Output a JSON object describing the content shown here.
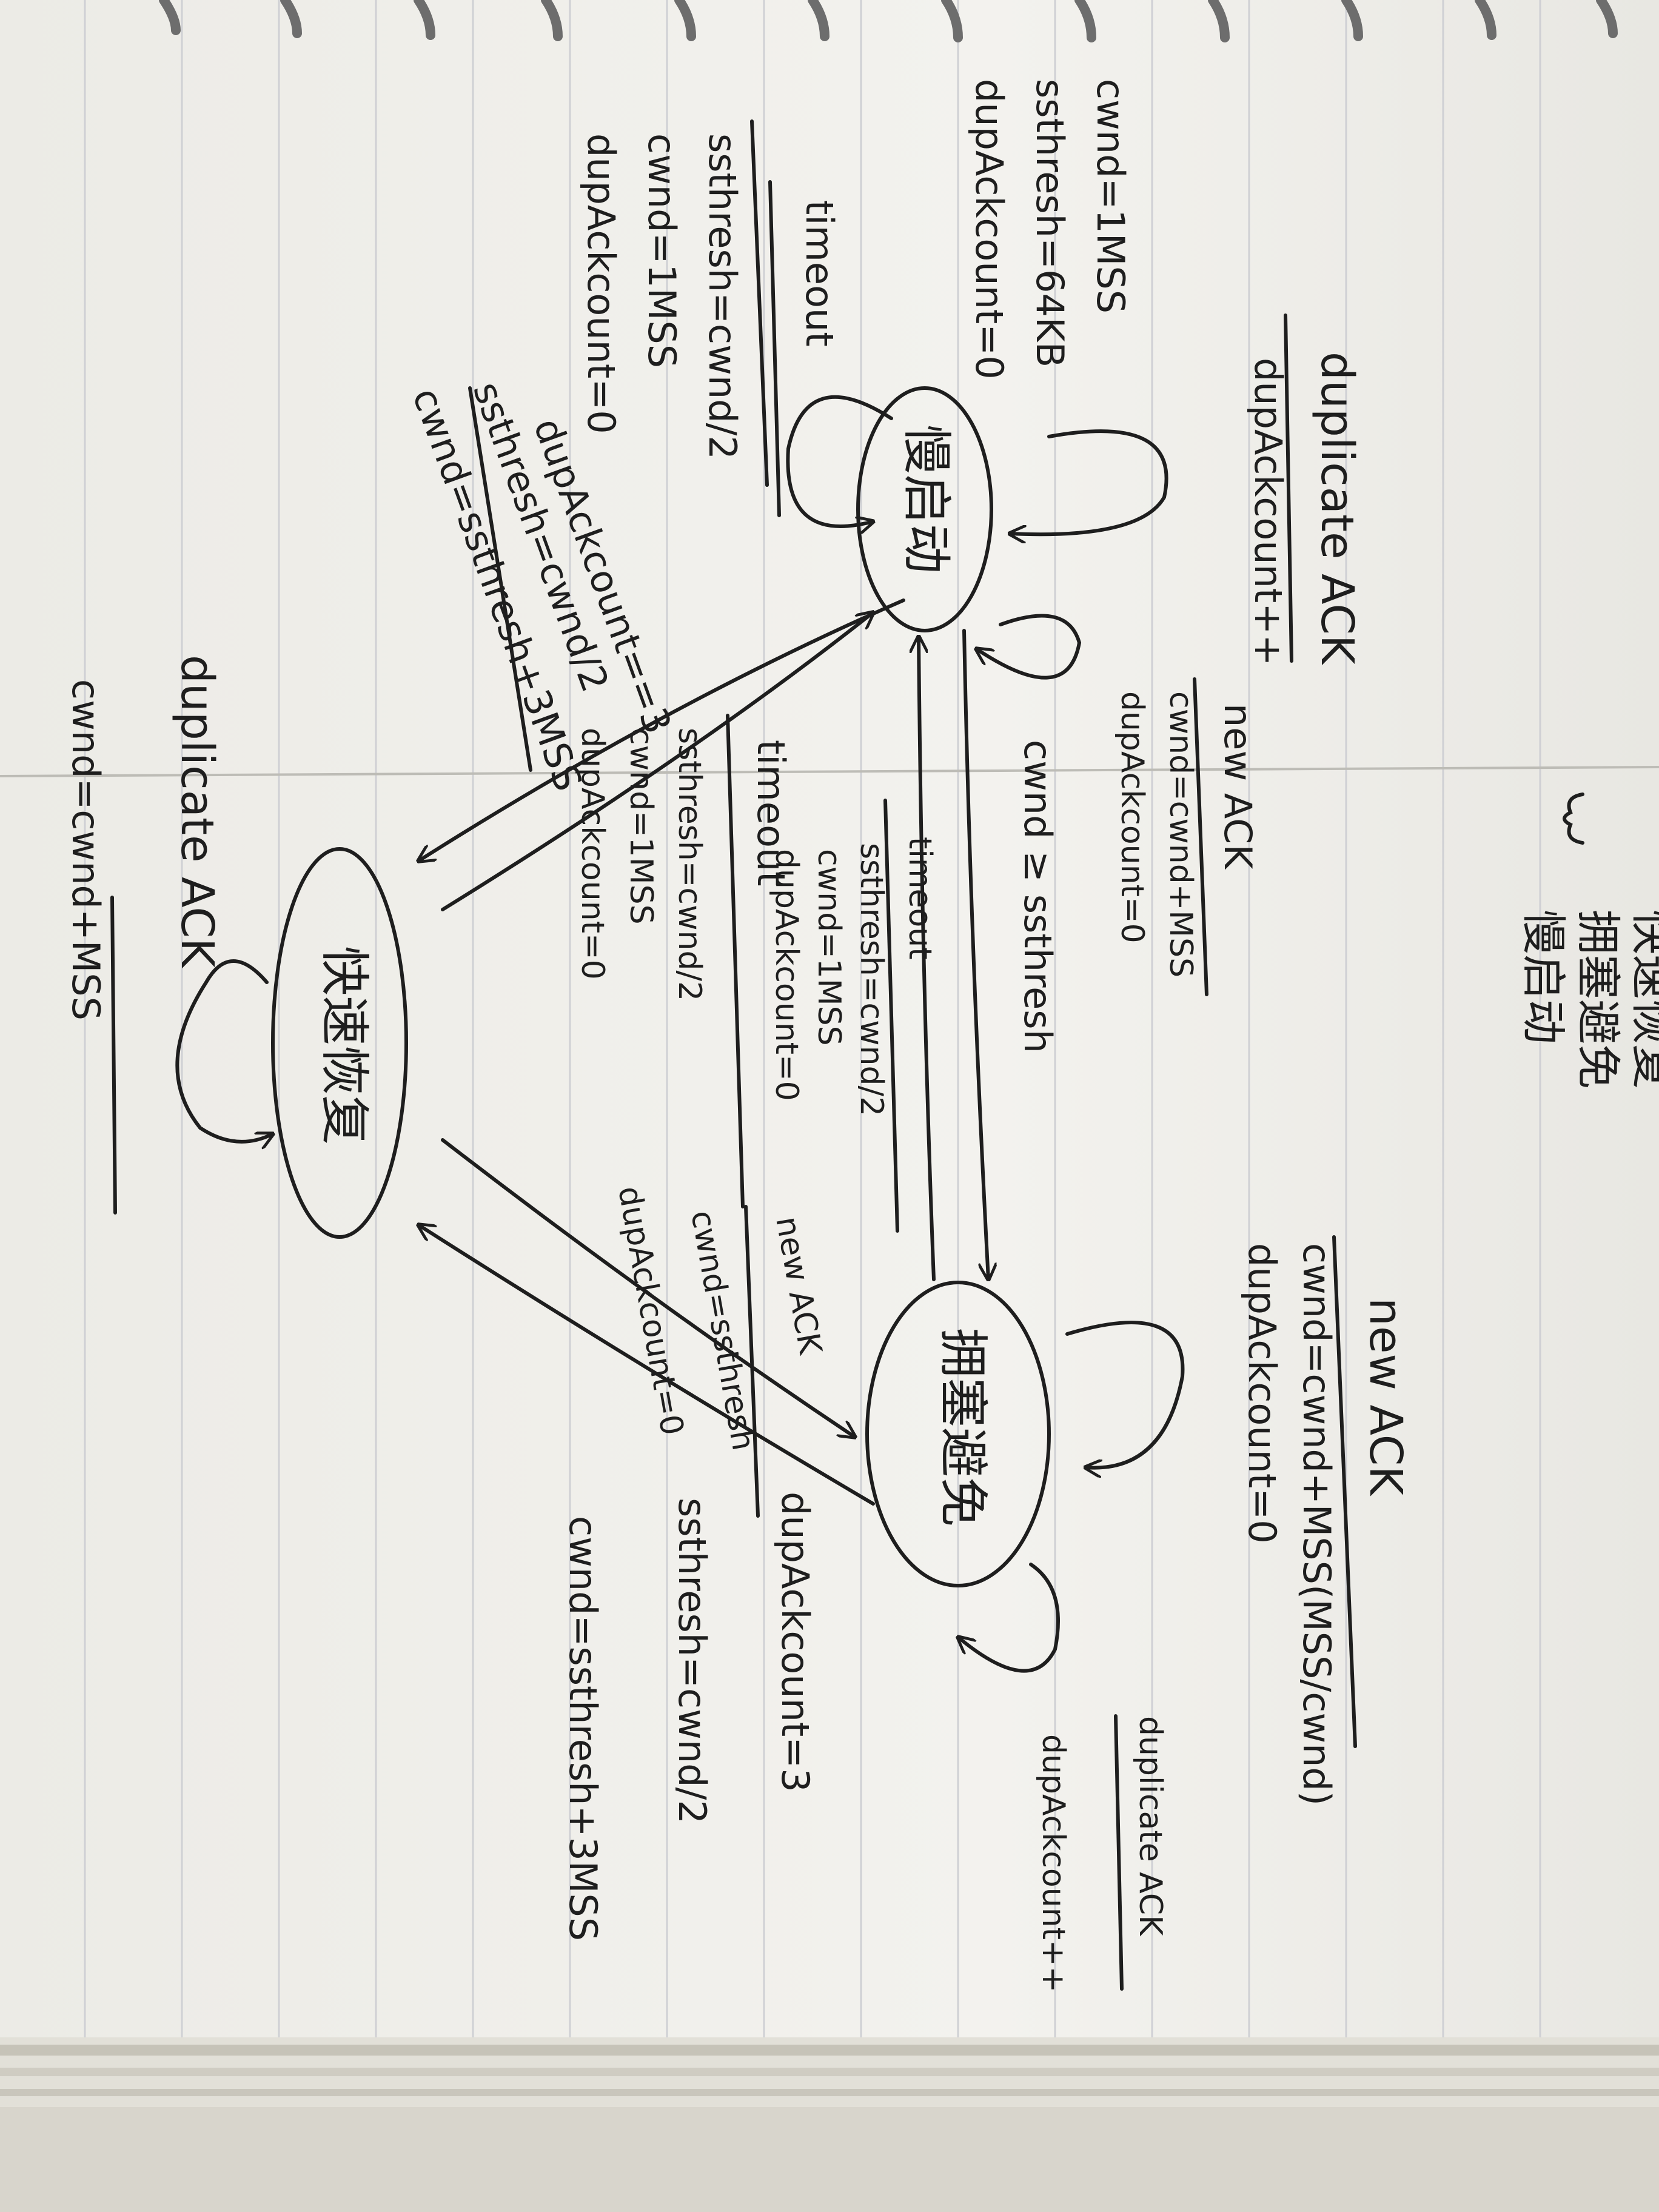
{
  "legend": [
    "慢启动",
    "拥塞避免",
    "快速恢复"
  ],
  "states": {
    "slow_start": "慢启动",
    "congestion_avoidance": "拥塞避免",
    "fast_recovery": "快速恢复"
  },
  "initial": [
    "cwnd=1MSS",
    "ssthresh=64KB",
    "dupAckcount=0"
  ],
  "ss_self_dup": [
    "duplicate ACK",
    "dupAckcount++"
  ],
  "ss_timeout": [
    "timeout",
    "ssthresh=cwnd/2",
    "cwnd=1MSS",
    "dupAckcount=0"
  ],
  "ss_to_fr": [
    "dupAckcount==3",
    "ssthresh=cwnd/2",
    "cwnd=ssthresh+3MSS"
  ],
  "ss_self_newack": [
    "new ACK",
    "cwnd=cwnd+MSS",
    "dupAckcount=0"
  ],
  "ss_to_ca": [
    "cwnd ≥ ssthresh"
  ],
  "ca_to_ss_timeout": [
    "timeout",
    "ssthresh=cwnd/2",
    "cwnd=1MSS",
    "dupAckcount=0"
  ],
  "fr_to_ss_timeout": [
    "timeout",
    "ssthresh=cwnd/2",
    "cwnd=1MSS",
    "dupAckcount=0"
  ],
  "fr_to_ca": [
    "new ACK",
    "cwnd=ssthresh",
    "dupAckcount=0"
  ],
  "ca_self_newack": [
    "new ACK",
    "cwnd=cwnd+MSS(MSS/cwnd)",
    "dupAckcount=0"
  ],
  "ca_self_dup": [
    "duplicate ACK",
    "dupAckcount++"
  ],
  "ca_to_fr": [
    "dupAckcount=3",
    "ssthresh=cwnd/2",
    "cwnd=ssthresh+3MSS"
  ],
  "fr_self": [
    "duplicate ACK",
    "cwnd=cwnd+MSS"
  ]
}
